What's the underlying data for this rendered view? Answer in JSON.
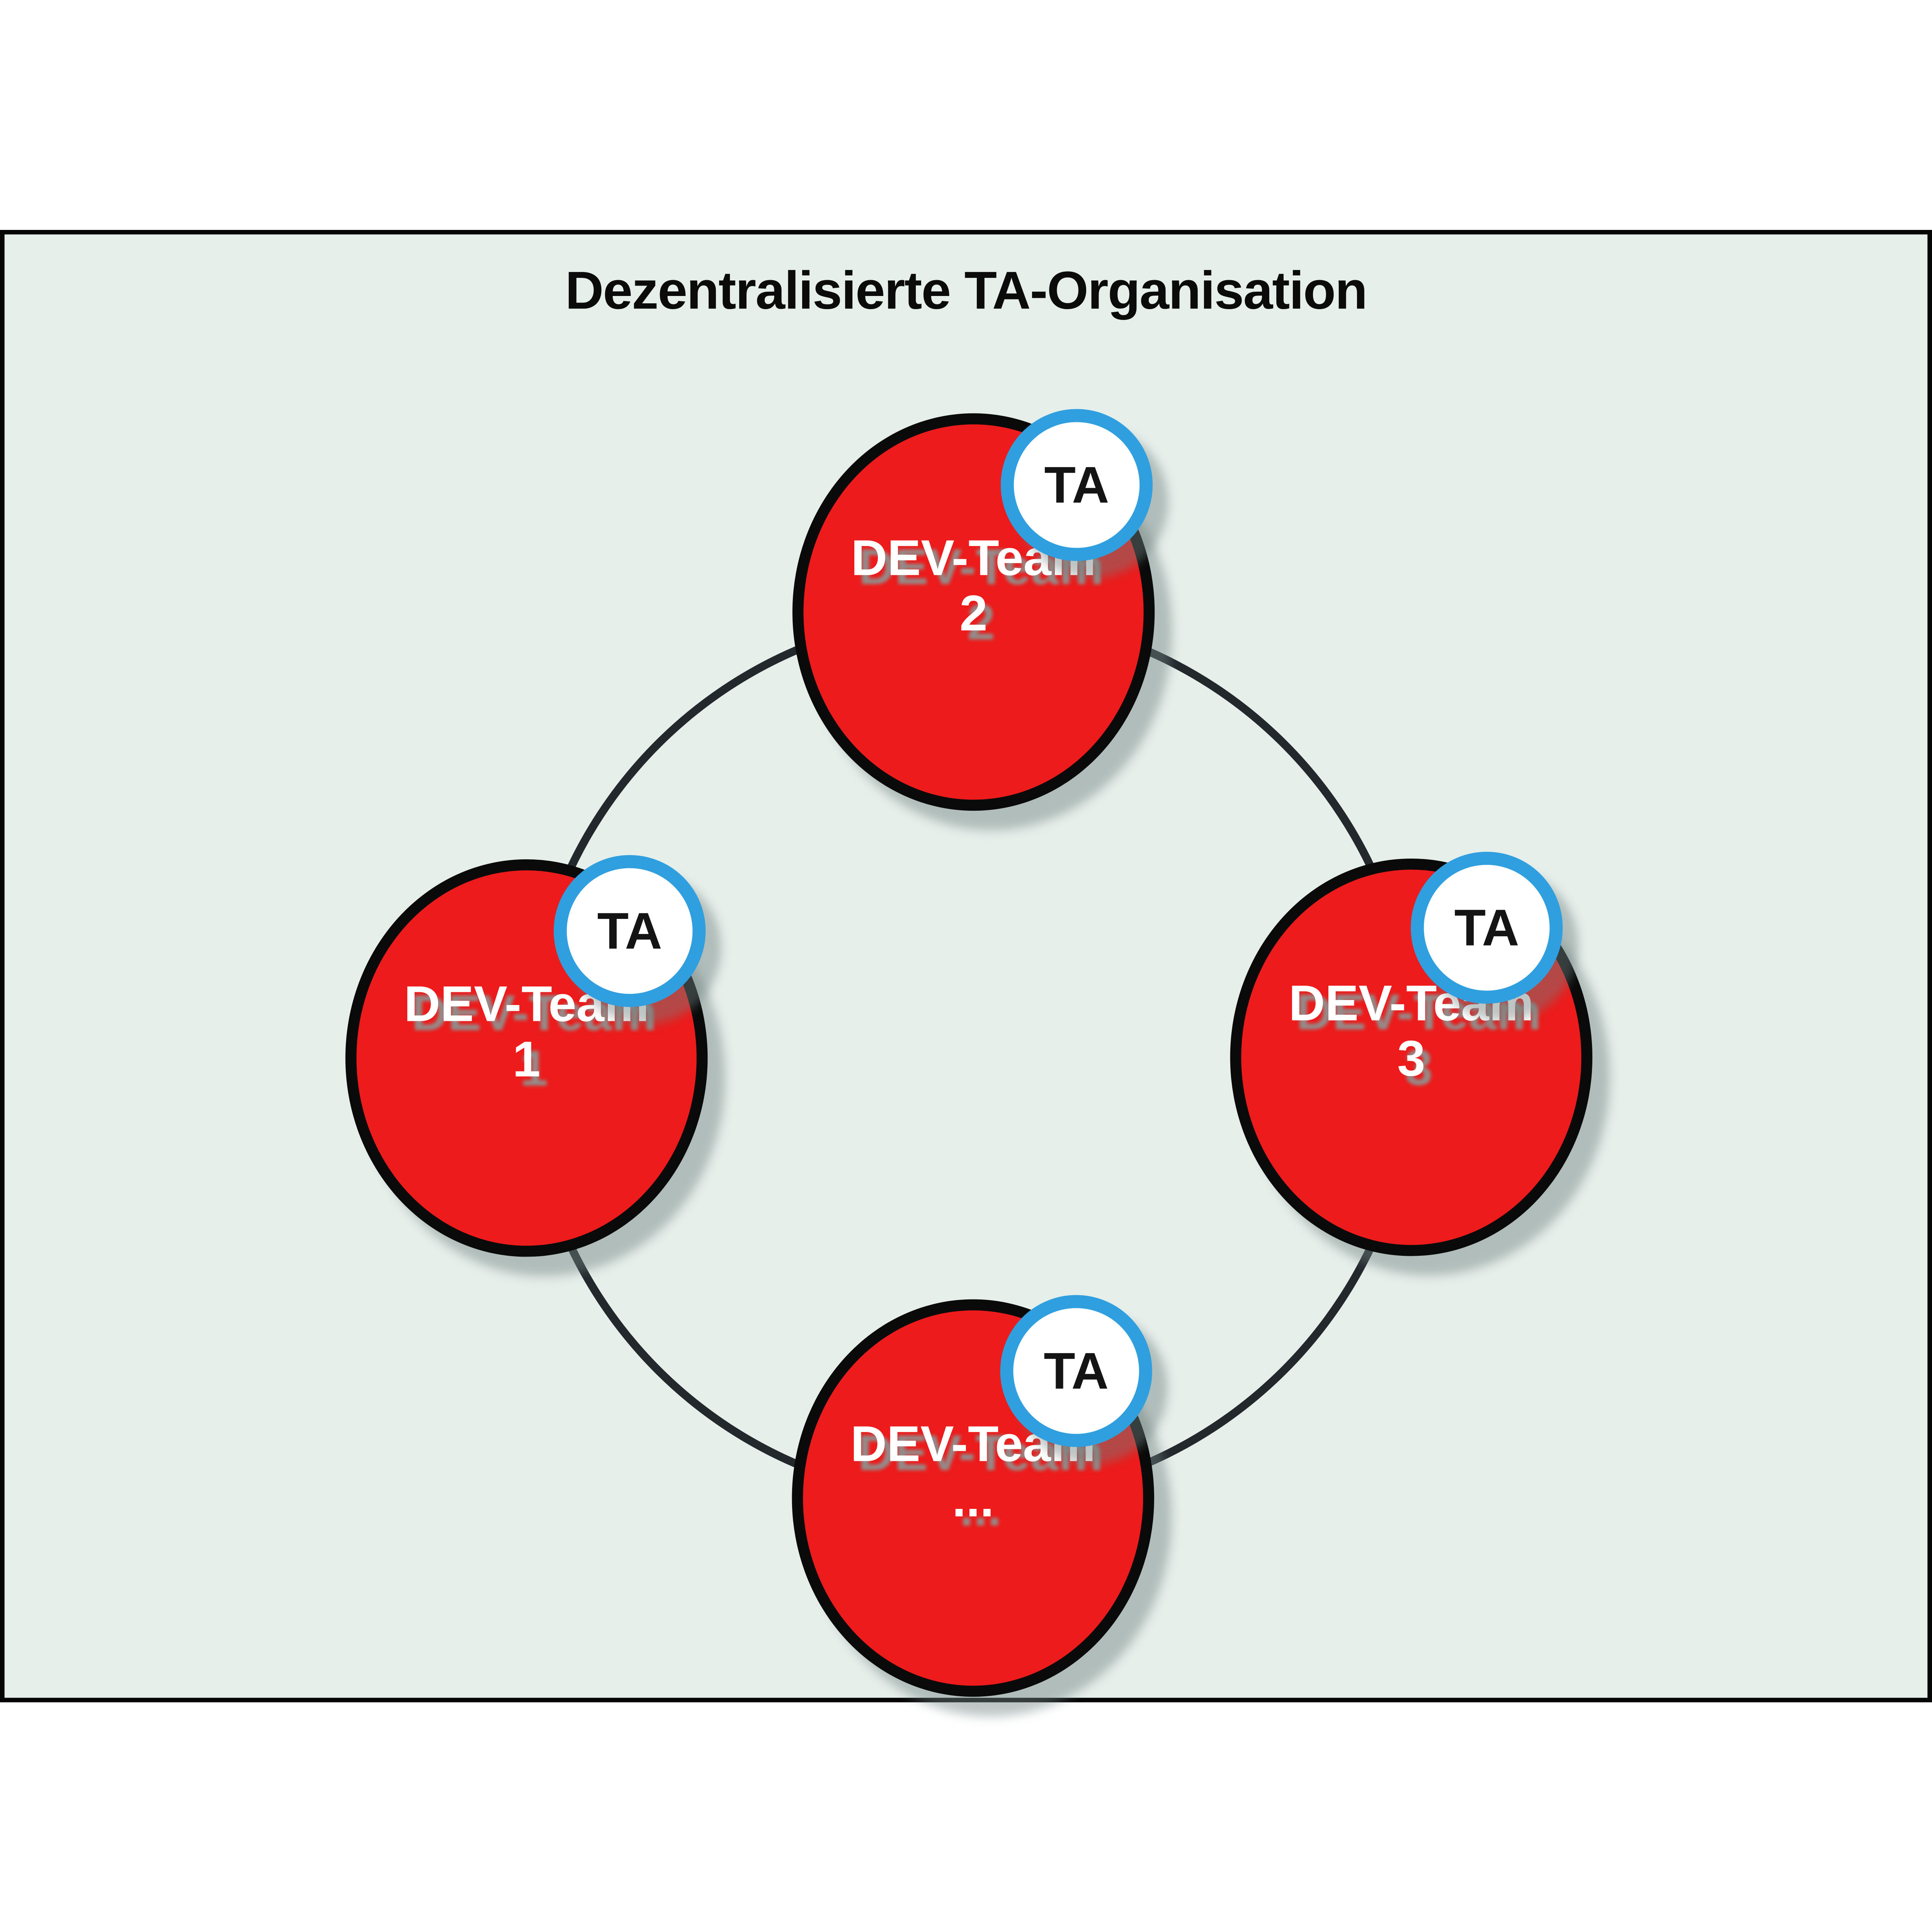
{
  "title": "Dezentralisierte TA-Organisation",
  "nodes": [
    {
      "id": "dev-team-2",
      "line1": "DEV-Team",
      "line2": "2",
      "badge": "TA"
    },
    {
      "id": "dev-team-1",
      "line1": "DEV-Team",
      "line2": "1",
      "badge": "TA"
    },
    {
      "id": "dev-team-3",
      "line1": "DEV-Team",
      "line2": "3",
      "badge": "TA"
    },
    {
      "id": "dev-team-more",
      "line1": "DEV-Team",
      "line2": "...",
      "badge": "TA"
    }
  ],
  "colors": {
    "background": "#e7efeb",
    "frame": "#060606",
    "title_text": "#0b0b0b",
    "node_fill": "#ed1b1b",
    "node_border": "#0a0a0a",
    "node_text": "#ffffff",
    "badge_fill": "#ffffff",
    "badge_border": "#2f9fe0",
    "badge_text": "#141414",
    "connector": "#23282d"
  }
}
